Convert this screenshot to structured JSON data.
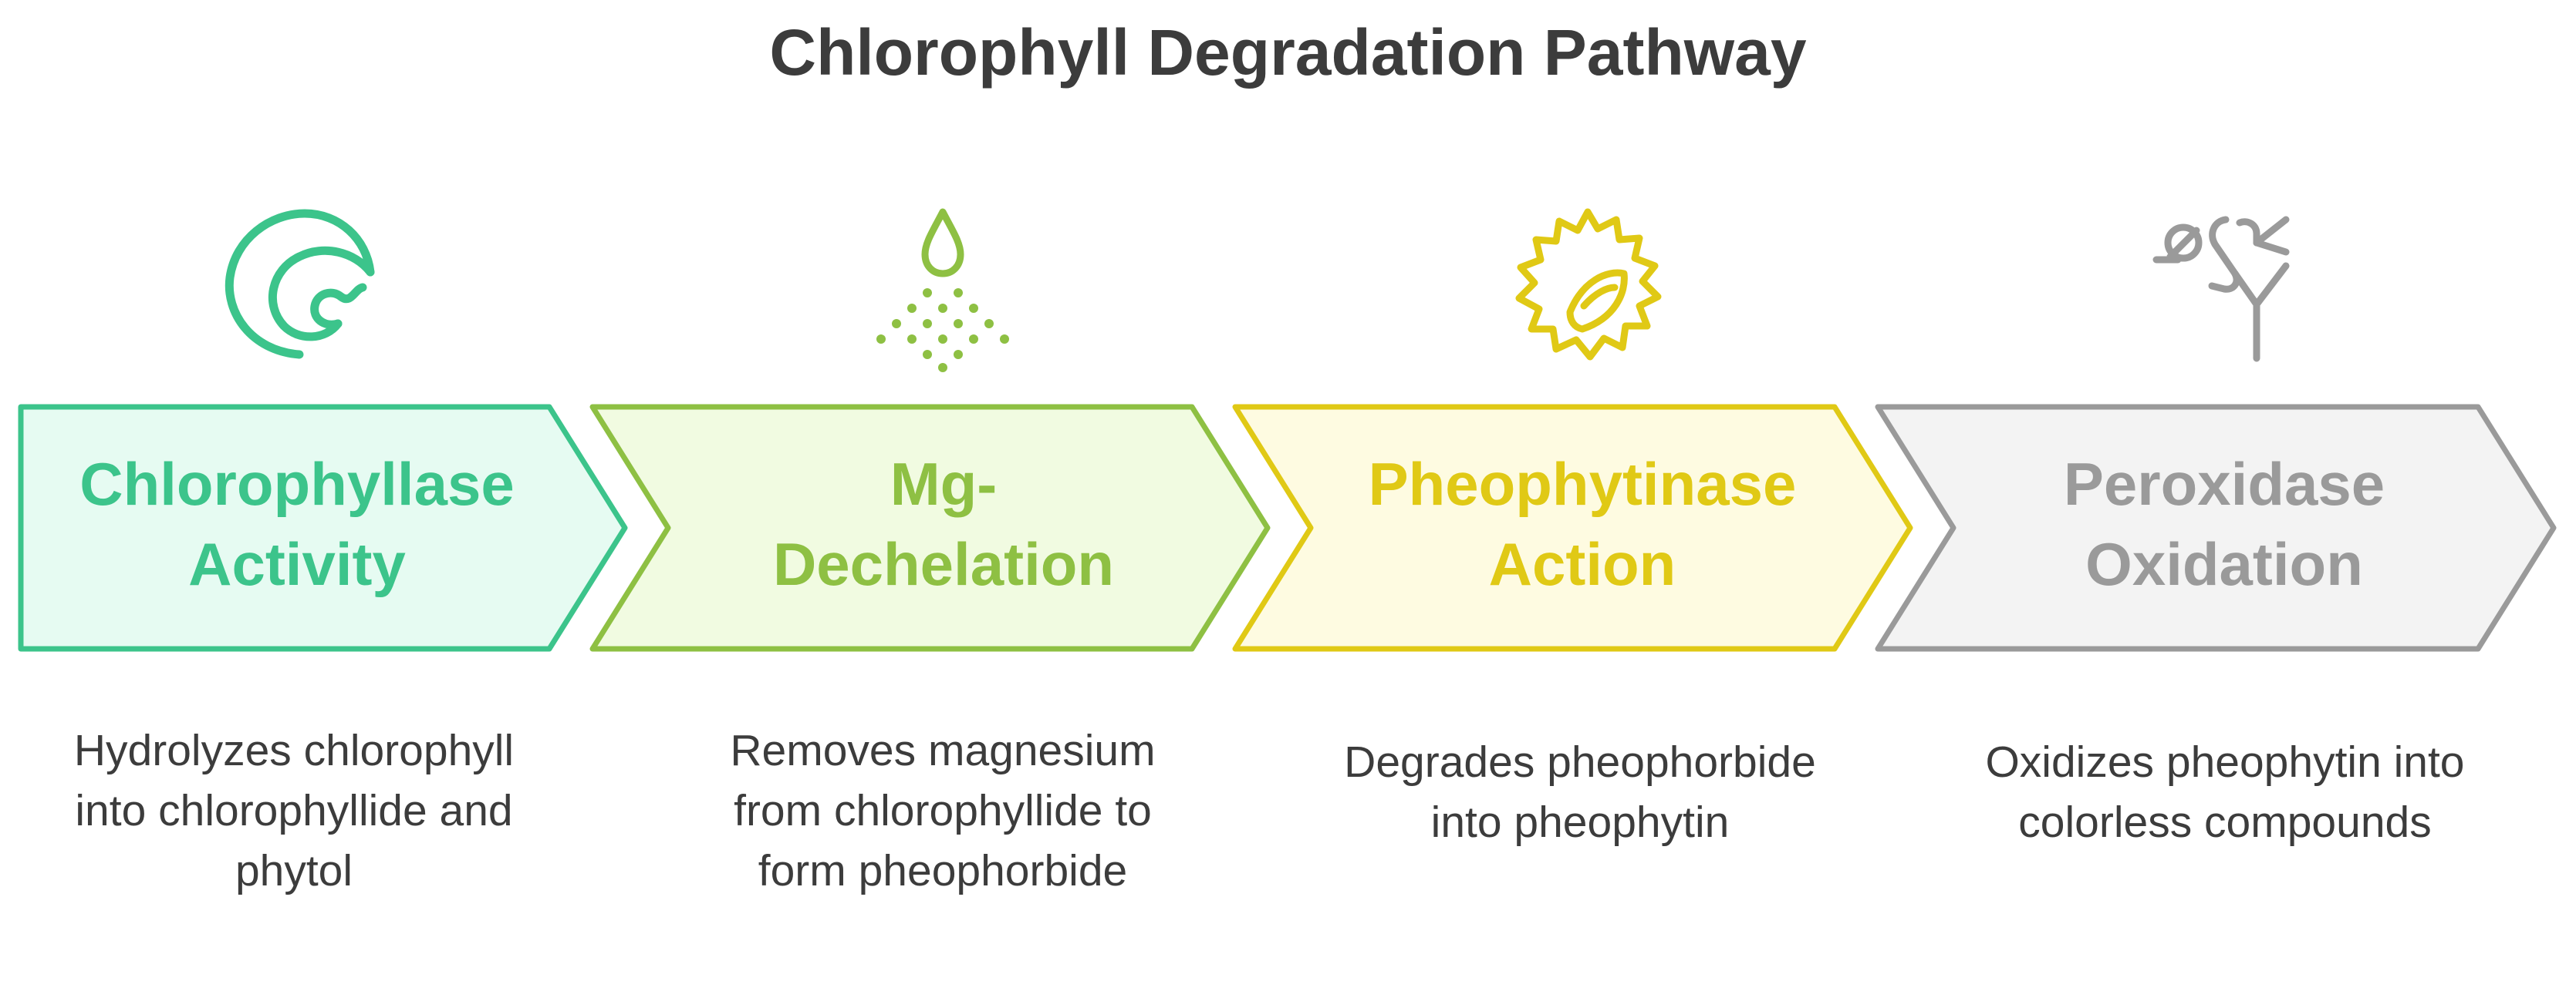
{
  "title": "Chlorophyll Degradation Pathway",
  "colors": {
    "step1": "#3cc48b",
    "step2": "#8ec043",
    "step3": "#e0c915",
    "step4": "#9a9a9a",
    "text": "#3c3c3c"
  },
  "steps": [
    {
      "label_line1": "Chlorophyllase",
      "label_line2": "Activity",
      "icon": "swirl-wave-icon",
      "description": "Hydrolyzes chlorophyll into chlorophyllide and phytol"
    },
    {
      "label_line1": "Mg-",
      "label_line2": "Dechelation",
      "icon": "water-drop-spray-icon",
      "description": "Removes magnesium from chlorophyllide to form pheophorbide"
    },
    {
      "label_line1": "Pheophytinase",
      "label_line2": "Action",
      "icon": "durian-fruit-icon",
      "description": "Degrades pheophorbide into pheophytin"
    },
    {
      "label_line1": "Peroxidase",
      "label_line2": "Oxidation",
      "icon": "kick-figure-icon",
      "description": "Oxidizes pheophytin into colorless compounds"
    }
  ]
}
